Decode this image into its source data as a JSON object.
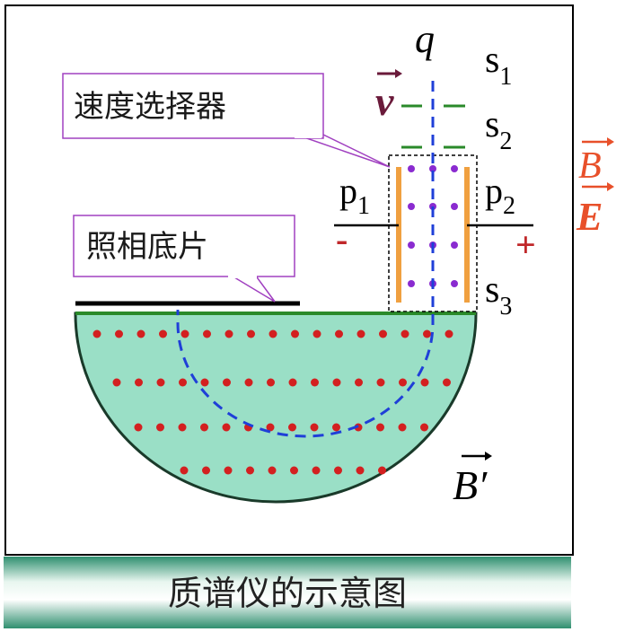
{
  "callouts": {
    "velocity_selector": "速度选择器",
    "photo_plate": "照相底片"
  },
  "labels": {
    "q": "q",
    "s1": "s",
    "s1_sub": "1",
    "s2": "s",
    "s2_sub": "2",
    "s3": "s",
    "s3_sub": "3",
    "p1": "p",
    "p1_sub": "1",
    "p2": "p",
    "p2_sub": "2",
    "minus": "-",
    "plus": "+",
    "v": "v",
    "B": "B",
    "E": "E",
    "B_prime": "B′"
  },
  "caption": "质谱仪的示意图",
  "colors": {
    "frame": "#000000",
    "chamber_fill": "#9adfc6",
    "chamber_edge": "#1a3a2a",
    "dot_red": "#d32020",
    "dot_purple": "#8a2bd0",
    "plate_orange": "#f0a040",
    "path_blue": "#1f3fd8",
    "slit_green": "#2a8a2a",
    "field_label": "#e8502a",
    "velocity_label": "#6a1a3a",
    "callout_border": "#a040c0",
    "caption_band": "#2f8f6f"
  }
}
